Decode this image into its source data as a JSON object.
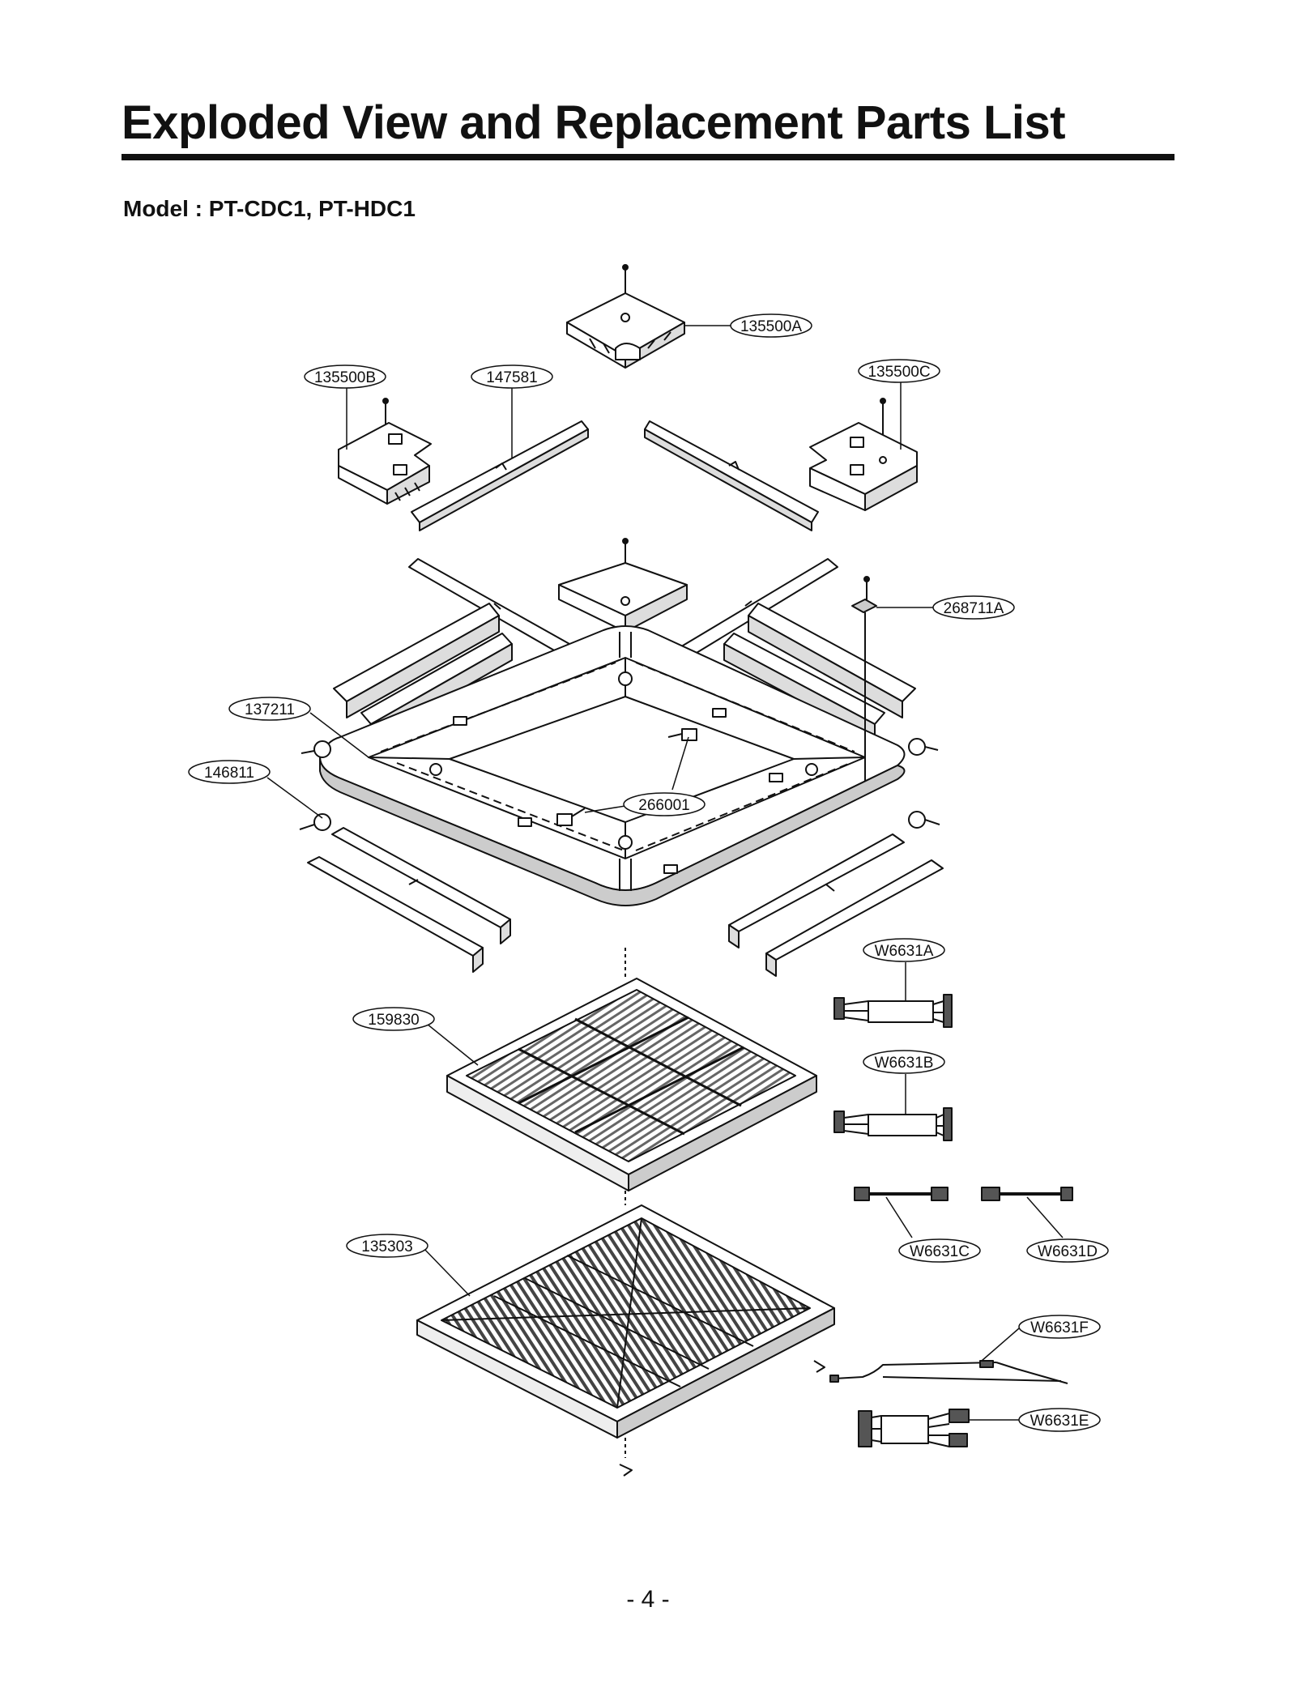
{
  "title": "Exploded View and Replacement Parts List",
  "model": "Model : PT-CDC1, PT-HDC1",
  "page_number": "- 4 -",
  "callouts": [
    {
      "id": "c1",
      "label": "135500A"
    },
    {
      "id": "c2",
      "label": "135500B"
    },
    {
      "id": "c3",
      "label": "147581"
    },
    {
      "id": "c4",
      "label": "135500C"
    },
    {
      "id": "c5",
      "label": "268711A"
    },
    {
      "id": "c6",
      "label": "137211"
    },
    {
      "id": "c7",
      "label": "146811"
    },
    {
      "id": "c8",
      "label": "266001"
    },
    {
      "id": "c9",
      "label": "W6631A"
    },
    {
      "id": "c10",
      "label": "159830"
    },
    {
      "id": "c11",
      "label": "W6631B"
    },
    {
      "id": "c12",
      "label": "W6631C"
    },
    {
      "id": "c13",
      "label": "W6631D"
    },
    {
      "id": "c14",
      "label": "135303"
    },
    {
      "id": "c15",
      "label": "W6631F"
    },
    {
      "id": "c16",
      "label": "W6631E"
    }
  ]
}
